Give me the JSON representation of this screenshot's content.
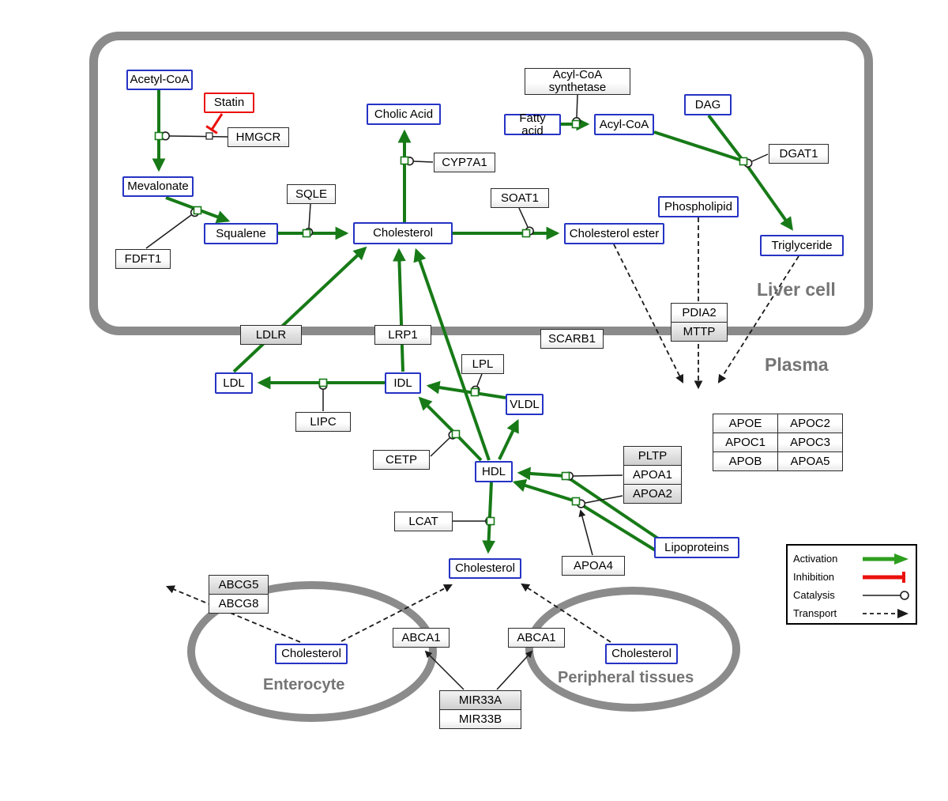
{
  "regions": {
    "liver_cell": "Liver cell",
    "plasma": "Plasma",
    "enterocyte": "Enterocyte",
    "peripheral_tissues": "Peripheral tissues"
  },
  "metabolites": {
    "acetyl_coa": "Acetyl-CoA",
    "mevalonate": "Mevalonate",
    "squalene": "Squalene",
    "cholic_acid": "Cholic Acid",
    "cholesterol_liver": "Cholesterol",
    "cholesterol_ester": "Cholesterol ester",
    "fatty_acid": "Fatty acid",
    "acyl_coa": "Acyl-CoA",
    "dag": "DAG",
    "phospholipid": "Phospholipid",
    "triglyceride": "Triglyceride",
    "ldl": "LDL",
    "idl": "IDL",
    "vldl": "VLDL",
    "hdl": "HDL",
    "cholesterol_plasma": "Cholesterol",
    "lipoproteins": "Lipoproteins",
    "cholesterol_enterocyte": "Cholesterol",
    "cholesterol_peripheral": "Cholesterol"
  },
  "drugs": {
    "statin": "Statin"
  },
  "proteins": {
    "hmgcr": "HMGCR",
    "sqle": "SQLE",
    "cyp7a1": "CYP7A1",
    "soat1": "SOAT1",
    "fdft1": "FDFT1",
    "acyl_coa_synthetase": "Acyl-CoA synthetase",
    "dgat1": "DGAT1",
    "ldlr": "LDLR",
    "lrp1": "LRP1",
    "scarb1": "SCARB1",
    "pdia2": "PDIA2",
    "mttp": "MTTP",
    "lipc": "LIPC",
    "lpl": "LPL",
    "cetp": "CETP",
    "lcat": "LCAT",
    "pltp": "PLTP",
    "apoa1": "APOA1",
    "apoa2": "APOA2",
    "apoa4": "APOA4",
    "apoe": "APOE",
    "apoc1": "APOC1",
    "apob": "APOB",
    "apoc2": "APOC2",
    "apoc3": "APOC3",
    "apoa5": "APOA5",
    "abcg5": "ABCG5",
    "abcg8": "ABCG8",
    "abca1_enterocyte": "ABCA1",
    "abca1_peripheral": "ABCA1",
    "mir33a": "MIR33A",
    "mir33b": "MIR33B"
  },
  "legend": {
    "activation": "Activation",
    "inhibition": "Inhibition",
    "catalysis": "Catalysis",
    "transport": "Transport"
  },
  "colors": {
    "activation_green": "#177a17",
    "inhibition_red": "#ea100c",
    "metabolite_blue": "#2533c4",
    "membrane_gray": "#8b8b8b"
  }
}
